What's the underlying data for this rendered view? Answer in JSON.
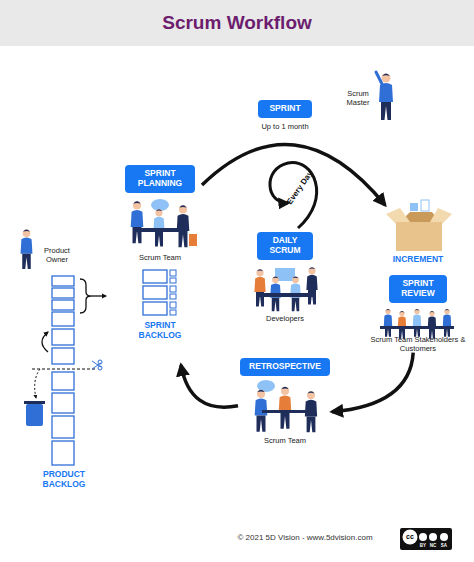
{
  "diagram": {
    "title": "Scrum Workflow",
    "nodes": [
      {
        "text": [
          "SPRINT",
          "Up to 1 month"
        ]
      },
      {
        "text": [
          "SPRINT PLANNING",
          "Scrum Team"
        ]
      },
      {
        "text": [
          "DAILY SCRUM",
          "Developers"
        ]
      },
      {
        "text": [
          "INCREMENT"
        ]
      },
      {
        "text": [
          "SPRINT REVIEW",
          "Scrum Team Stakeholders & Customers"
        ]
      },
      {
        "text": [
          "RETROSPECTIVE",
          "Scrum Team"
        ]
      }
    ],
    "edges": [
      {
        "from": 1,
        "to": 3,
        "arrow": "to"
      },
      {
        "from": 4,
        "to": 5,
        "arrow": "to"
      },
      {
        "from": 5,
        "to": 1,
        "arrow": "to"
      }
    ],
    "labels": [
      "Scrum Master",
      "Every Day",
      "Product Owner",
      "SPRINT BACKLOG",
      "PRODUCT BACKLOG",
      "© 2021 5D Vision - www.5dvision.com",
      "cc",
      "BY",
      "NC",
      "SA"
    ]
  }
}
